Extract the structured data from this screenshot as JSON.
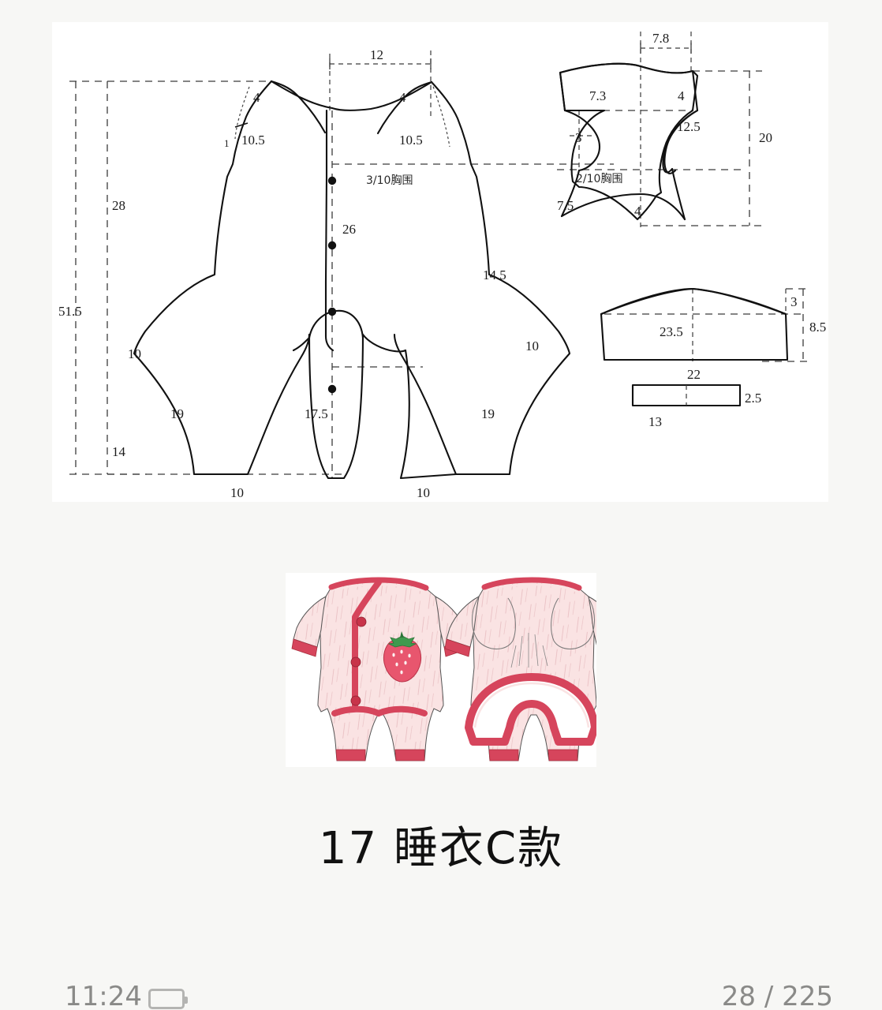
{
  "caption": {
    "text": "17 睡衣C款"
  },
  "statusbar": {
    "time": "11:24",
    "battery_icon": "battery-icon",
    "page_indicator": "28 / 225"
  },
  "pattern": {
    "title_note": "Pet pajama sewing pattern draft — bodysuit front/back, sleeve, collar and cuff band",
    "body_piece": {
      "name": "body-front-back",
      "dimensions": {
        "total_length": "51.5",
        "upper_length": "28",
        "shoulder_to_hip": "14",
        "center_front_opening": "26",
        "crotch_depth": "17.5",
        "neck_width": "12",
        "shoulder_slope": "4",
        "armhole_depth_left": "10.5",
        "armhole_depth_right": "10.5",
        "shoulder_notch": "1",
        "side_seam": "14.5",
        "inseam_left": "10",
        "inseam_right": "10",
        "leg_opening_left": "10",
        "leg_opening_right": "10",
        "inner_leg_left": "19",
        "inner_leg_right": "19",
        "chest_line_label": "3/10胸围"
      }
    },
    "sleeve_piece": {
      "name": "sleeve",
      "dimensions": {
        "cap_width": "7.8",
        "cap_left": "7.3",
        "cap_right": "4",
        "underarm_notch": "3",
        "sleeve_seam": "12.5",
        "total_height": "20",
        "under_sleeve": "7.5",
        "hem_curve": "4",
        "biceps_line_label": "2/10胸围"
      }
    },
    "collar_piece": {
      "name": "collar",
      "dimensions": {
        "upper_edge": "23.5",
        "lower_edge": "22",
        "rise": "3",
        "height": "8.5"
      }
    },
    "band_piece": {
      "name": "cuff-band",
      "dimensions": {
        "length": "13",
        "width": "2.5"
      }
    }
  },
  "illustration": {
    "front_view": {
      "name": "pajama-front-view",
      "motif": "strawberry-patch",
      "buttons": 3,
      "trim_color": "#d6455c",
      "body_color": "#fae3e3"
    },
    "back_view": {
      "name": "pajama-back-view",
      "trim_color": "#d6455c",
      "body_color": "#fae3e3"
    }
  },
  "colors": {
    "page_background": "#f7f7f5",
    "sheet_background": "#ffffff",
    "ink": "#111111",
    "construction_line": "#3b3b3b",
    "trim": "#d6455c",
    "fabric": "#fae3e3",
    "status_text": "#8a8a88"
  }
}
